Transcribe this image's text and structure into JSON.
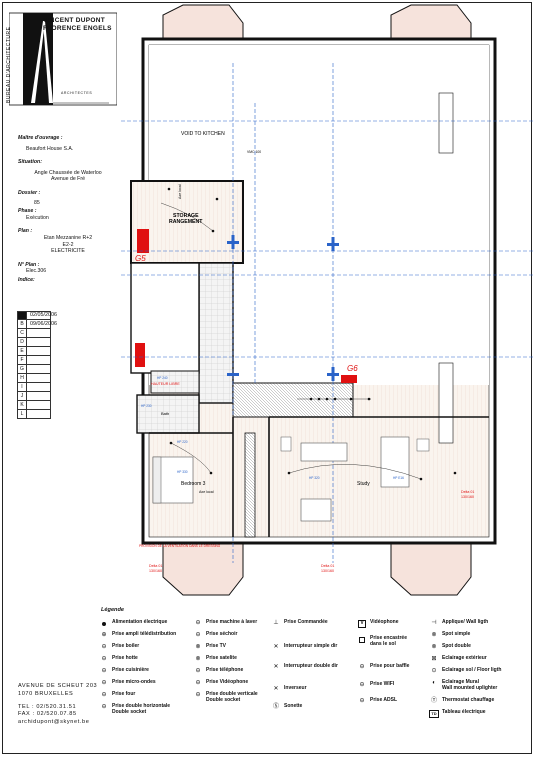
{
  "firm": {
    "vertical": "BUREAU D'ARCHITECTURE",
    "line1": "VINCENT DUPONT",
    "line2": "FLORENCE ENGELS",
    "sub": "ARCHITECTES"
  },
  "info": {
    "owner_label": "Maître d'ouvrage :",
    "owner": "Beaufort House S.A.",
    "situation_label": "Situation:",
    "situation1": "Angle Chaussée de Waterloo",
    "situation2": "Avenue de Fré",
    "dossier_label": "Dossier :",
    "dossier": "85",
    "phase_label": "Phase :",
    "phase": "Exécution",
    "plan_label": "Plan :",
    "plan1": "Etan Mezzanine R+2",
    "plan2": "E2-2",
    "plan3": "ELECTRICITE",
    "noplan_label": "N° Plan :",
    "noplan": "Elec.306",
    "indice_label": "Indice:"
  },
  "indices": [
    "A",
    "B",
    "C",
    "D",
    "E",
    "F",
    "G",
    "H",
    "I",
    "J",
    "K",
    "L"
  ],
  "dates": [
    "02/05/2006",
    "09/06/2006"
  ],
  "address": {
    "street": "AVENUE DE SCHEUT 203",
    "city": "1070    BRUXELLES",
    "tel": "TEL : 02/520.31.51",
    "fax": "FAX : 02/520.07.85",
    "email": "archidupont@skynet.be"
  },
  "plan": {
    "void": "VOID TO KITCHEN",
    "storage1": "STORAGE",
    "storage2": "RANGEMENT",
    "bedroom": "Bedroom 3",
    "study": "Study",
    "bath": "Bath",
    "g5": "G5",
    "g6": "G6",
    "local1": "Axe local",
    "local2": "Axe local",
    "hauteur": "HAUTEUR LIBRE",
    "vmc": "VMC 100",
    "dim1": "Delta 01",
    "dim1b": "130/160",
    "dim2": "Delta 01",
    "dim2b": "130/160",
    "dim3": "Delta 01",
    "dim3b": "130/160",
    "prov": "PROVISION DE LA VENTILATION DANS LE DRESSING",
    "room_codes": [
      "HP 220",
      "HP 330",
      "HP 320",
      "HP E16",
      "HP 240",
      "HP 230"
    ]
  },
  "legend": {
    "title": "Légende",
    "col1": [
      "Alimentation électrique",
      "Prise ampli télédistribution",
      "Prise boiler",
      "Prise hotte",
      "Prise cuisinière",
      "Prise micro-ondes",
      "Prise four",
      "Prise double horizontale",
      "Double socket"
    ],
    "col2": [
      "Prise machine à laver",
      "Prise séchoir",
      "Prise TV",
      "Prise satelite",
      "Prise téléphone",
      "Prise Vidéophone",
      "Prise double verticale",
      "Double socket"
    ],
    "col3": [
      "Prise Commandée",
      "Interrupteur simple dir",
      "Interrupteur double dir",
      "Inverseur",
      "Sonette"
    ],
    "col4": [
      "Vidéophone",
      "Prise encastrée",
      "dans le sol",
      "Prise pour baffle",
      "Prise WIFI",
      "Prise ADSL"
    ],
    "col5": [
      "Applique/ Wall ligth",
      "Spot simple",
      "Spot double",
      "Eclairage extérieur",
      "Eclairage sol / Floor ligth",
      "Eclairage Mural",
      "Wall mounted uplighter",
      "Thermostat chauffage",
      "Tableau électrique"
    ],
    "sym_v": "V",
    "sym_s": "S",
    "sym_td": "TD"
  },
  "colors": {
    "line": "#111111",
    "blue": "#2a63c9",
    "red": "#e01010",
    "hatch": "#9a9a9a",
    "bay": "#f1d8d0"
  }
}
